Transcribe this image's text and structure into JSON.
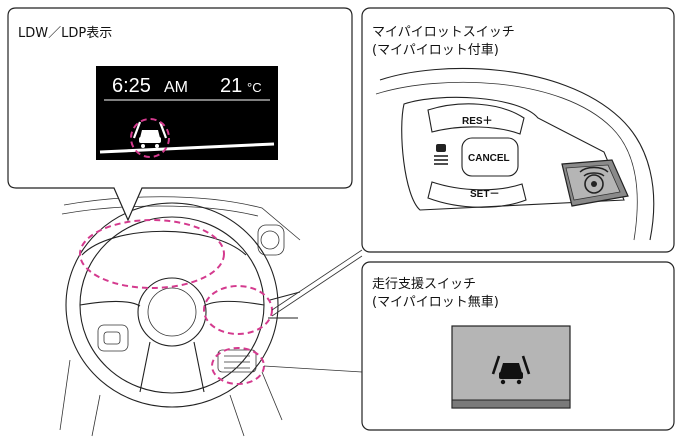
{
  "panels": {
    "display": {
      "label": "LDW／LDP表示",
      "time": "6:25",
      "ampm": "AM",
      "temp": "21",
      "unit": "°C"
    },
    "propilot_switch": {
      "label_line1": "マイパイロットスイッチ",
      "label_line2": "(マイパイロット付車)",
      "buttons": {
        "res": "RES＋",
        "cancel": "CANCEL",
        "set": "SET－"
      }
    },
    "assist_switch": {
      "label_line1": "走行支援スイッチ",
      "label_line2": "(マイパイロット無車)"
    }
  },
  "colors": {
    "highlight_dash": "#d43a8e",
    "display_bg": "#000000",
    "switch_face": "#b5b5b5",
    "switch_shadow": "#7a7a7a"
  },
  "icons": {
    "lane_assist": "lane-assist-car-icon",
    "distance": "following-distance-icon",
    "propilot_button": "propilot-steering-icon"
  }
}
